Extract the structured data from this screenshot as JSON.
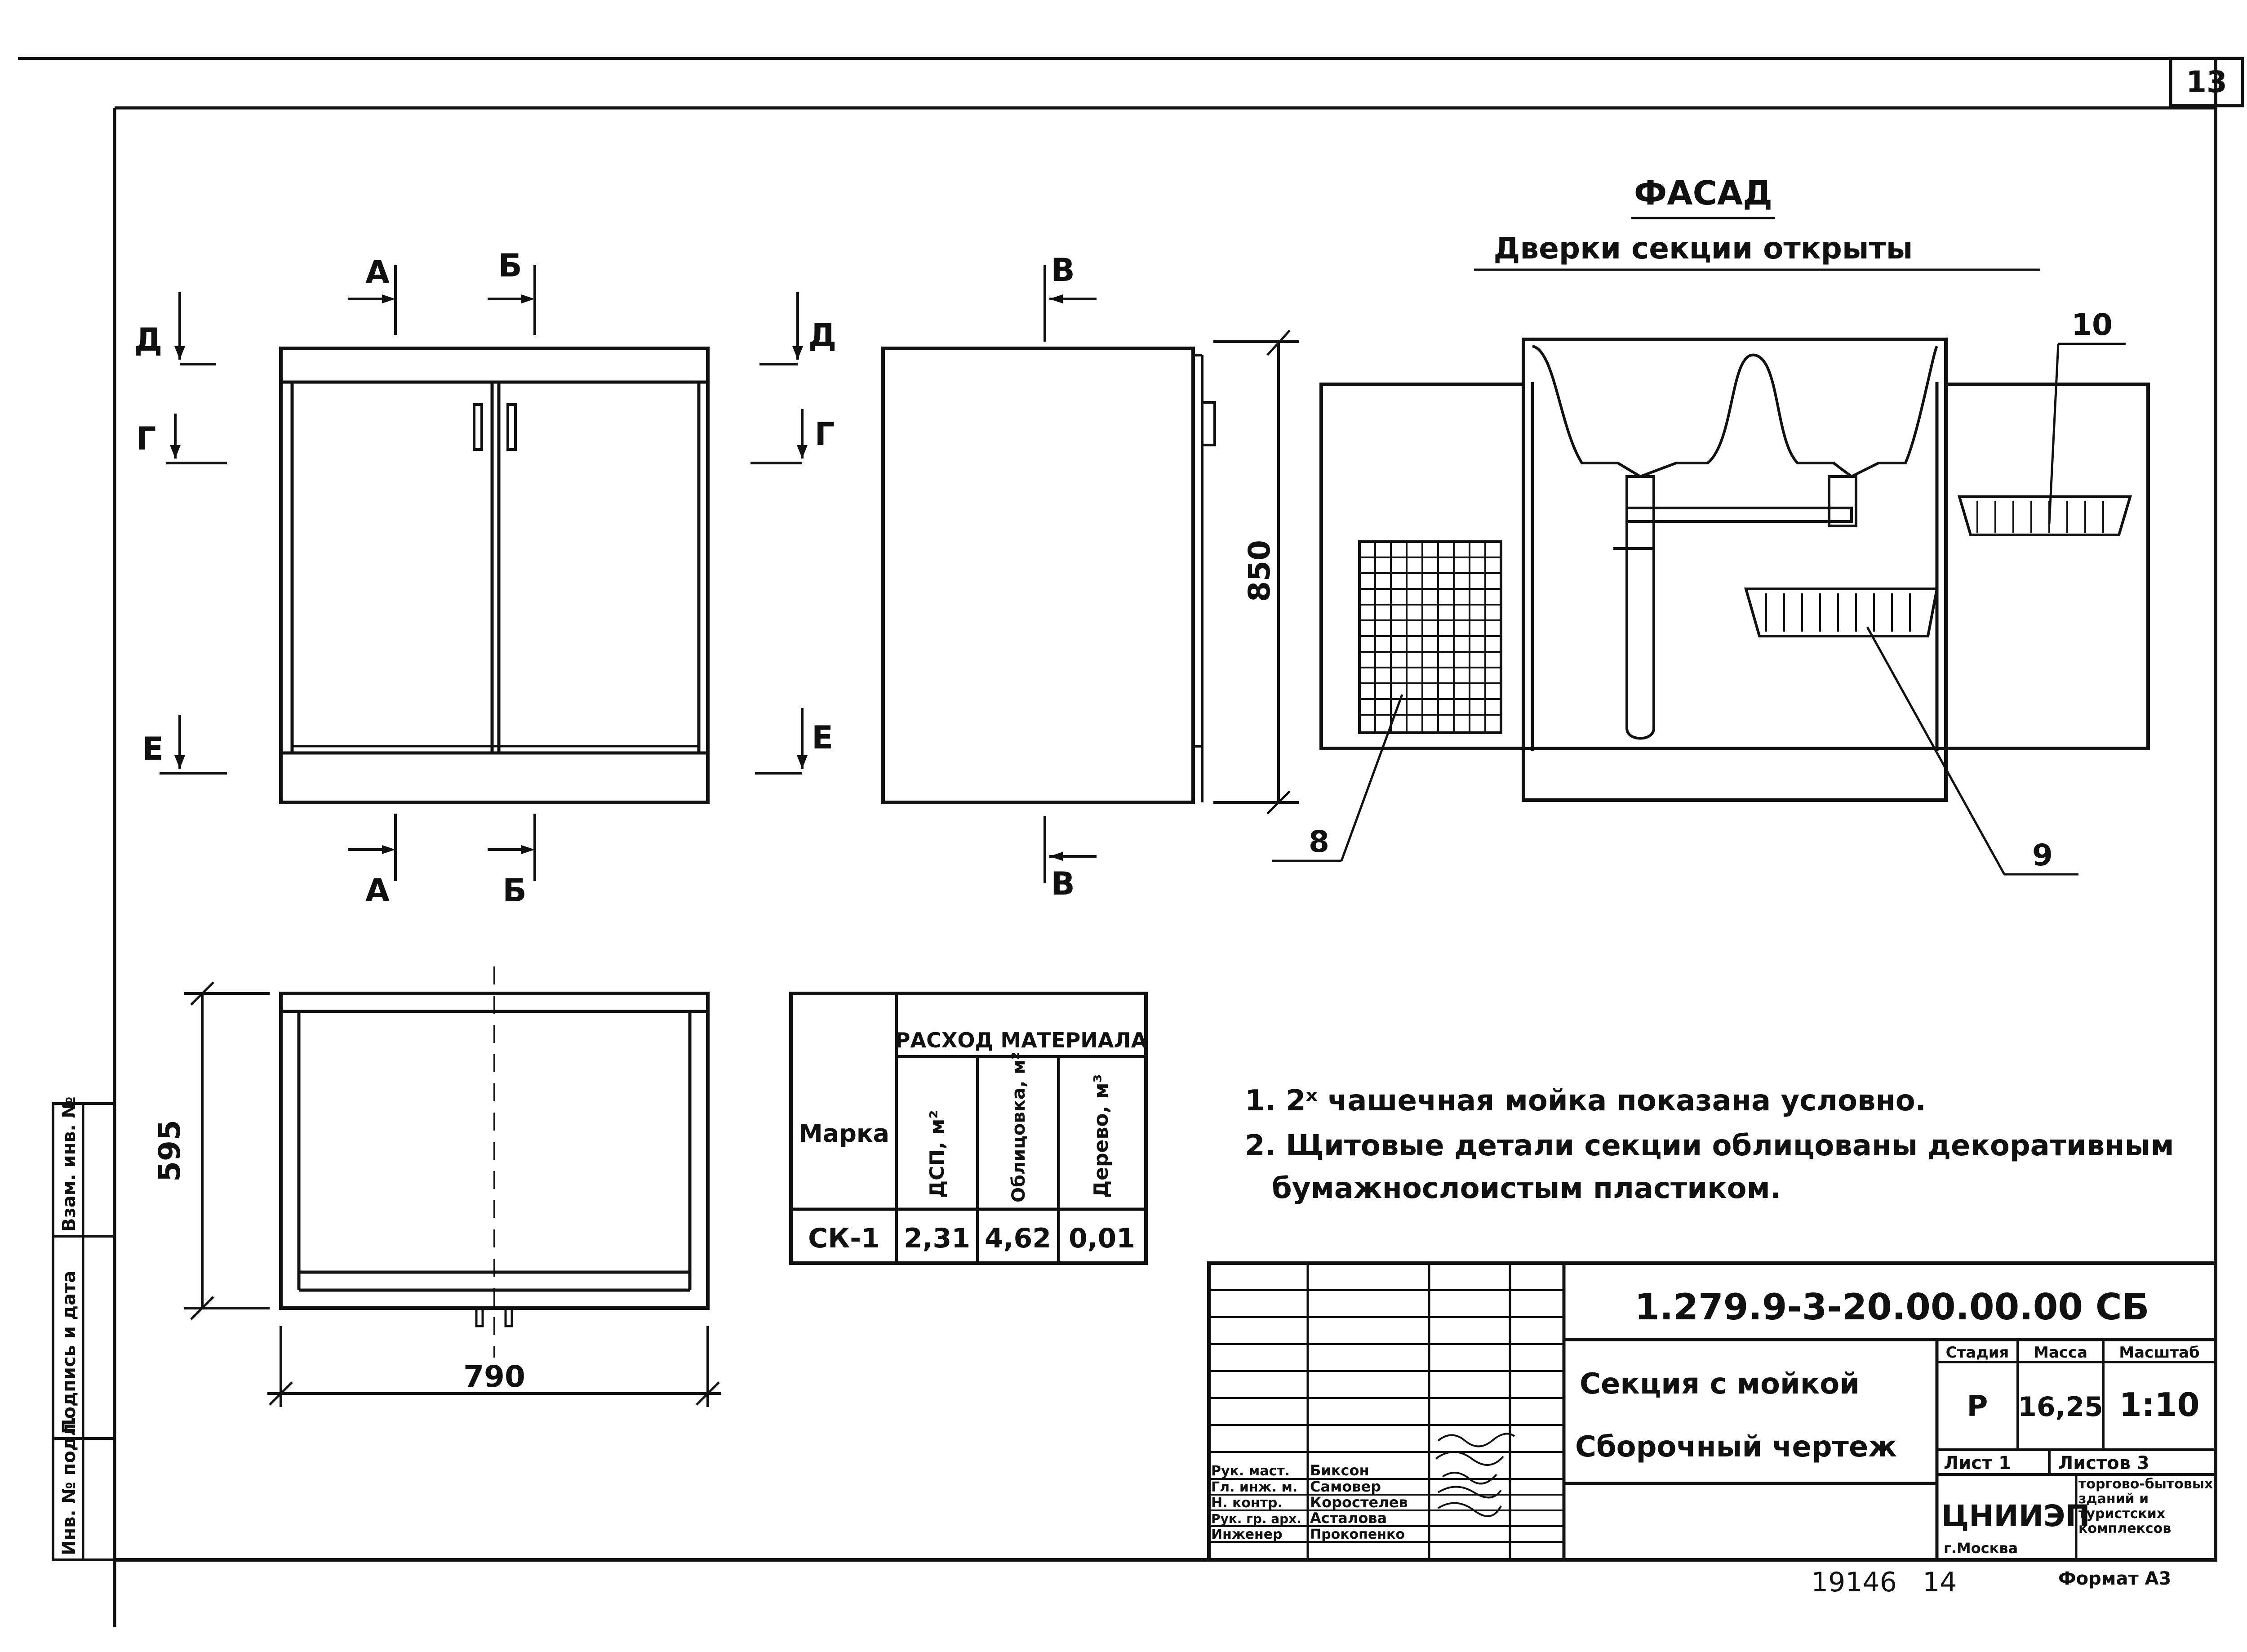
{
  "sheet": {
    "page_number": "13",
    "bottom_numbers": "19146   14",
    "format": "Формат А3"
  },
  "left_strip": {
    "inv_podl": "Инв. № подл.",
    "podpis_data": "Подпись и дата",
    "vzam_inv": "Взам. инв. №"
  },
  "section_marks": {
    "a": "А",
    "b": "Б",
    "v": "В",
    "g": "Г",
    "d": "Д",
    "e": "Е"
  },
  "facade": {
    "title": "ФАСАД",
    "subtitle": "Дверки секции открыты",
    "callouts": [
      "8",
      "9",
      "10"
    ]
  },
  "dimensions": {
    "height": "850",
    "depth": "595",
    "width": "790"
  },
  "material_table": {
    "col_marka": "Марка",
    "group_header": "РАСХОД МАТЕРИАЛА",
    "col_dsp": "ДСП, м²",
    "col_oblic": "Облицовка, м²",
    "col_derevo": "Дерево, м³",
    "row": {
      "marka": "СК-1",
      "dsp": "2,31",
      "oblic": "4,62",
      "derevo": "0,01"
    }
  },
  "notes": [
    "1. 2ˣ чашечная мойка показана условно.",
    "2. Щитовые детали секции облицованы декоративным",
    "бумажнослоистым пластиком."
  ],
  "title_block": {
    "code": "1.279.9-3-20.00.00.00 СБ",
    "name_line1": "Секция с мойкой",
    "name_line2": "Сборочный чертеж",
    "stadia_label": "Стадия",
    "massa_label": "Масса",
    "masshtab_label": "Масштаб",
    "stadia": "Р",
    "massa": "16,25",
    "masshtab": "1:10",
    "list_label": "Лист 1",
    "listov_label": "Листов 3",
    "org": "ЦНИИЭП",
    "city": "г.Москва",
    "org_desc": "торгово-бытовых зданий и туристских комплексов",
    "staff": [
      {
        "role": "Рук. маст.",
        "name": "Биксон"
      },
      {
        "role": "Гл. инж. м.",
        "name": "Самовер"
      },
      {
        "role": "Н. контр.",
        "name": "Коростелев"
      },
      {
        "role": "Рук. гр. арх.",
        "name": "Асталова"
      },
      {
        "role": "Инженер",
        "name": "Прокопенко"
      }
    ]
  }
}
